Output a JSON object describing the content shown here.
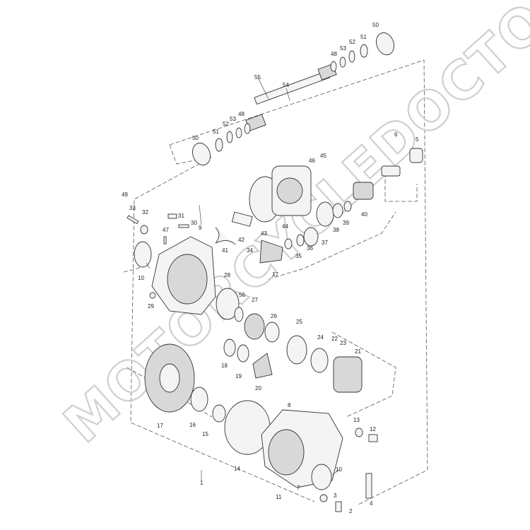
{
  "watermark": "MOTORCYCLEDOCTOR",
  "callouts": [
    {
      "id": "c1",
      "text": "1"
    },
    {
      "id": "c2",
      "text": "2"
    },
    {
      "id": "c3",
      "text": "3"
    },
    {
      "id": "c4",
      "text": "4"
    },
    {
      "id": "c5",
      "text": "5"
    },
    {
      "id": "c6",
      "text": "6"
    },
    {
      "id": "c7",
      "text": "7"
    },
    {
      "id": "c8",
      "text": "8"
    },
    {
      "id": "c9",
      "text": "9"
    },
    {
      "id": "c10a",
      "text": "10"
    },
    {
      "id": "c10b",
      "text": "10"
    },
    {
      "id": "c11",
      "text": "11"
    },
    {
      "id": "c12",
      "text": "12"
    },
    {
      "id": "c13",
      "text": "13"
    },
    {
      "id": "c14",
      "text": "14"
    },
    {
      "id": "c15",
      "text": "15"
    },
    {
      "id": "c16",
      "text": "16"
    },
    {
      "id": "c17a",
      "text": "17"
    },
    {
      "id": "c17b",
      "text": "17"
    },
    {
      "id": "c18",
      "text": "18"
    },
    {
      "id": "c19",
      "text": "19"
    },
    {
      "id": "c20",
      "text": "20"
    },
    {
      "id": "c21",
      "text": "21"
    },
    {
      "id": "c22",
      "text": "22"
    },
    {
      "id": "c23",
      "text": "23"
    },
    {
      "id": "c24",
      "text": "24"
    },
    {
      "id": "c25",
      "text": "25"
    },
    {
      "id": "c26",
      "text": "26"
    },
    {
      "id": "c27",
      "text": "27"
    },
    {
      "id": "c28",
      "text": "28"
    },
    {
      "id": "c29",
      "text": "29"
    },
    {
      "id": "c30",
      "text": "30"
    },
    {
      "id": "c31",
      "text": "31"
    },
    {
      "id": "c32",
      "text": "32"
    },
    {
      "id": "c33",
      "text": "33"
    },
    {
      "id": "c34",
      "text": "34"
    },
    {
      "id": "c35",
      "text": "35"
    },
    {
      "id": "c36",
      "text": "36"
    },
    {
      "id": "c37",
      "text": "37"
    },
    {
      "id": "c38",
      "text": "38"
    },
    {
      "id": "c39",
      "text": "39"
    },
    {
      "id": "c40",
      "text": "40"
    },
    {
      "id": "c41",
      "text": "41"
    },
    {
      "id": "c42",
      "text": "42"
    },
    {
      "id": "c43",
      "text": "43"
    },
    {
      "id": "c44",
      "text": "44"
    },
    {
      "id": "c45",
      "text": "45"
    },
    {
      "id": "c46",
      "text": "46"
    },
    {
      "id": "c47",
      "text": "47"
    },
    {
      "id": "c48a",
      "text": "48"
    },
    {
      "id": "c48b",
      "text": "48"
    },
    {
      "id": "c49",
      "text": "49"
    },
    {
      "id": "c50a",
      "text": "50"
    },
    {
      "id": "c50b",
      "text": "50"
    },
    {
      "id": "c51a",
      "text": "51"
    },
    {
      "id": "c51b",
      "text": "51"
    },
    {
      "id": "c52a",
      "text": "52"
    },
    {
      "id": "c52b",
      "text": "52"
    },
    {
      "id": "c53a",
      "text": "53"
    },
    {
      "id": "c53b",
      "text": "53"
    },
    {
      "id": "c54",
      "text": "54"
    },
    {
      "id": "c55",
      "text": "55"
    },
    {
      "id": "c56",
      "text": "56"
    }
  ]
}
